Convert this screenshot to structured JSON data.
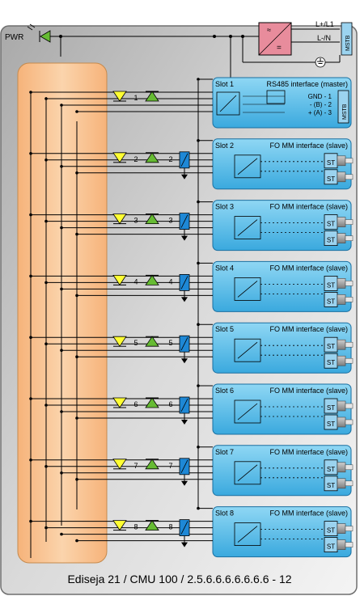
{
  "power": {
    "pwr_label": "PWR",
    "l1_label": "L+/L1",
    "n_label": "L-/N",
    "terminal_label": "MSTB"
  },
  "slots": [
    {
      "label": "Slot 1",
      "title": "RS485 interface (master)",
      "type": "rs485",
      "pins": [
        "GND - 1",
        "- (B) - 2",
        "+ (A) - 3"
      ],
      "terminal": "MSTB",
      "channel": "1"
    },
    {
      "label": "Slot 2",
      "title": "FO MM interface (slave)",
      "type": "fo",
      "connectors": [
        "ST",
        "ST"
      ],
      "channel": "2"
    },
    {
      "label": "Slot 3",
      "title": "FO MM interface (slave)",
      "type": "fo",
      "connectors": [
        "ST",
        "ST"
      ],
      "channel": "3"
    },
    {
      "label": "Slot 4",
      "title": "FO MM interface (slave)",
      "type": "fo",
      "connectors": [
        "ST",
        "ST"
      ],
      "channel": "4"
    },
    {
      "label": "Slot 5",
      "title": "FO MM interface (slave)",
      "type": "fo",
      "connectors": [
        "ST",
        "ST"
      ],
      "channel": "5"
    },
    {
      "label": "Slot 6",
      "title": "FO MM interface (slave)",
      "type": "fo",
      "connectors": [
        "ST",
        "ST"
      ],
      "channel": "6"
    },
    {
      "label": "Slot 7",
      "title": "FO MM interface (slave)",
      "type": "fo",
      "connectors": [
        "ST",
        "ST"
      ],
      "channel": "7"
    },
    {
      "label": "Slot 8",
      "title": "FO MM interface (slave)",
      "type": "fo",
      "connectors": [
        "ST",
        "ST"
      ],
      "channel": "8"
    }
  ],
  "footer": "Ediseja 21 / CMU 100 / 2.5.6.6.6.6.6.6.6 - 12",
  "colors": {
    "panel_bg": "#b8b8b8",
    "module_blue": "#6ec6ec",
    "module_border": "#1a6fa0",
    "bus_orange": "#f7c08a",
    "psu_pink": "#e88c9c",
    "led_yellow": "#ffff33",
    "led_green": "#66bb33",
    "relay_blue": "#1e88d6"
  }
}
